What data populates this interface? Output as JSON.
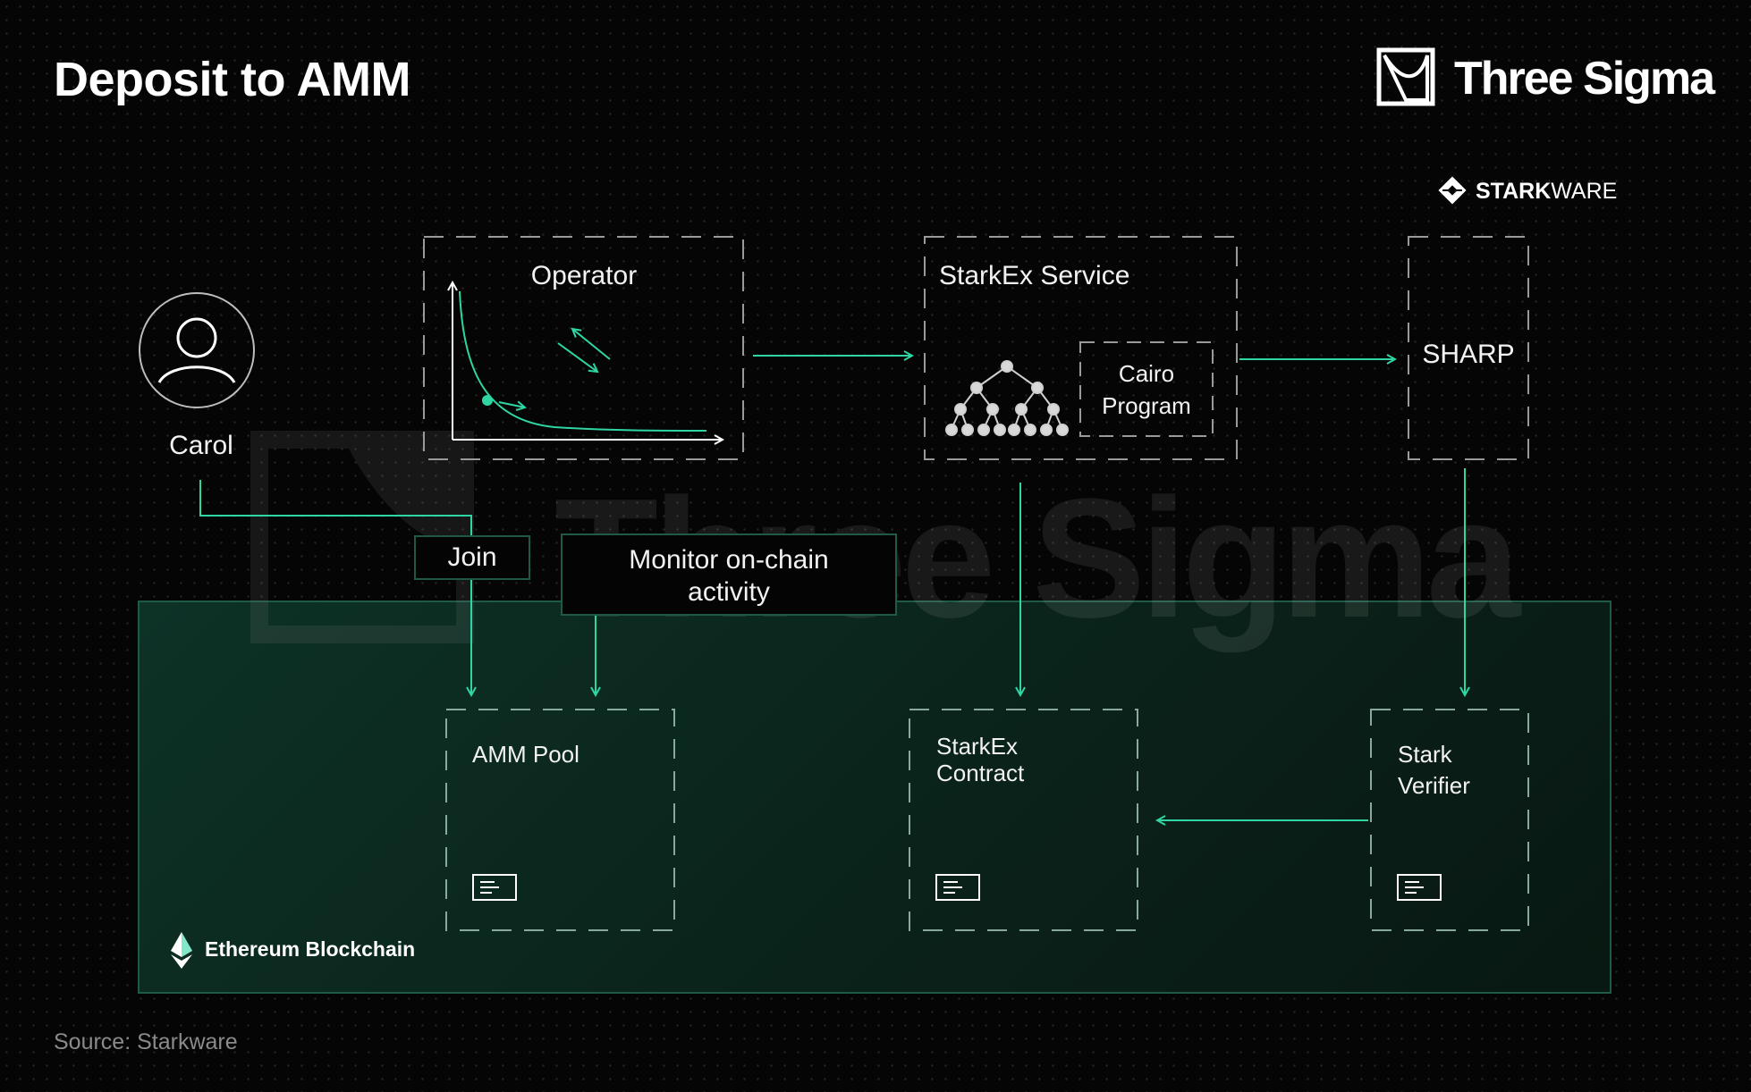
{
  "header": {
    "title": "Deposit to AMM",
    "brand": "Three Sigma",
    "partner_bold": "STARK",
    "partner_rest": "WARE"
  },
  "actors": {
    "user": "Carol"
  },
  "offchain": {
    "operator": "Operator",
    "starkex_service": "StarkEx Service",
    "cairo_line1": "Cairo",
    "cairo_line2": "Program",
    "sharp": "SHARP"
  },
  "actions": {
    "join": "Join",
    "monitor_line1": "Monitor on-chain",
    "monitor_line2": "activity"
  },
  "onchain": {
    "amm_pool": "AMM Pool",
    "starkex_contract_line1": "StarkEx",
    "starkex_contract_line2": "Contract",
    "stark_verifier_line1": "Stark",
    "stark_verifier_line2": "Verifier",
    "network": "Ethereum Blockchain"
  },
  "footer": {
    "source": "Source: Starkware"
  },
  "colors": {
    "background": "#050505",
    "accent": "#2fd6a3",
    "panel_border": "#1f5a47",
    "dashed": "#9a9a9a"
  },
  "icons": [
    "user-icon",
    "curve-chart-icon",
    "merkle-tree-icon",
    "document-icon",
    "ethereum-icon",
    "three-sigma-logo",
    "starkware-logo"
  ]
}
